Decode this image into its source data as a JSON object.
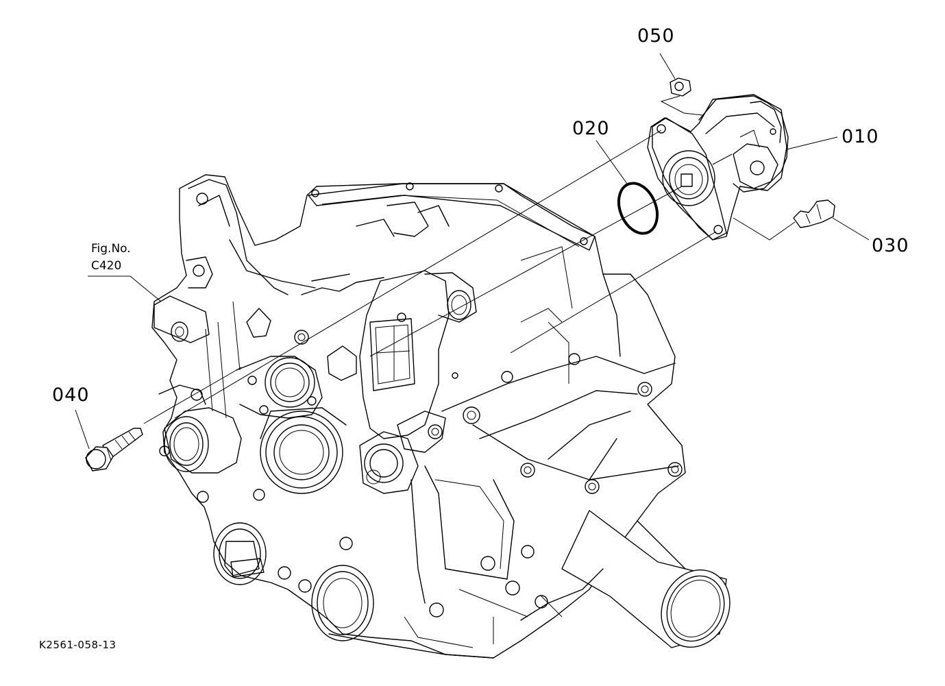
{
  "diagram": {
    "callouts": [
      {
        "id": "050",
        "label": "050"
      },
      {
        "id": "020",
        "label": "020"
      },
      {
        "id": "010",
        "label": "010"
      },
      {
        "id": "030",
        "label": "030"
      },
      {
        "id": "040",
        "label": "040"
      }
    ],
    "figure_reference": {
      "line1": "Fig.No.",
      "line2": "C420"
    },
    "drawing_code": "K2561-058-13"
  }
}
